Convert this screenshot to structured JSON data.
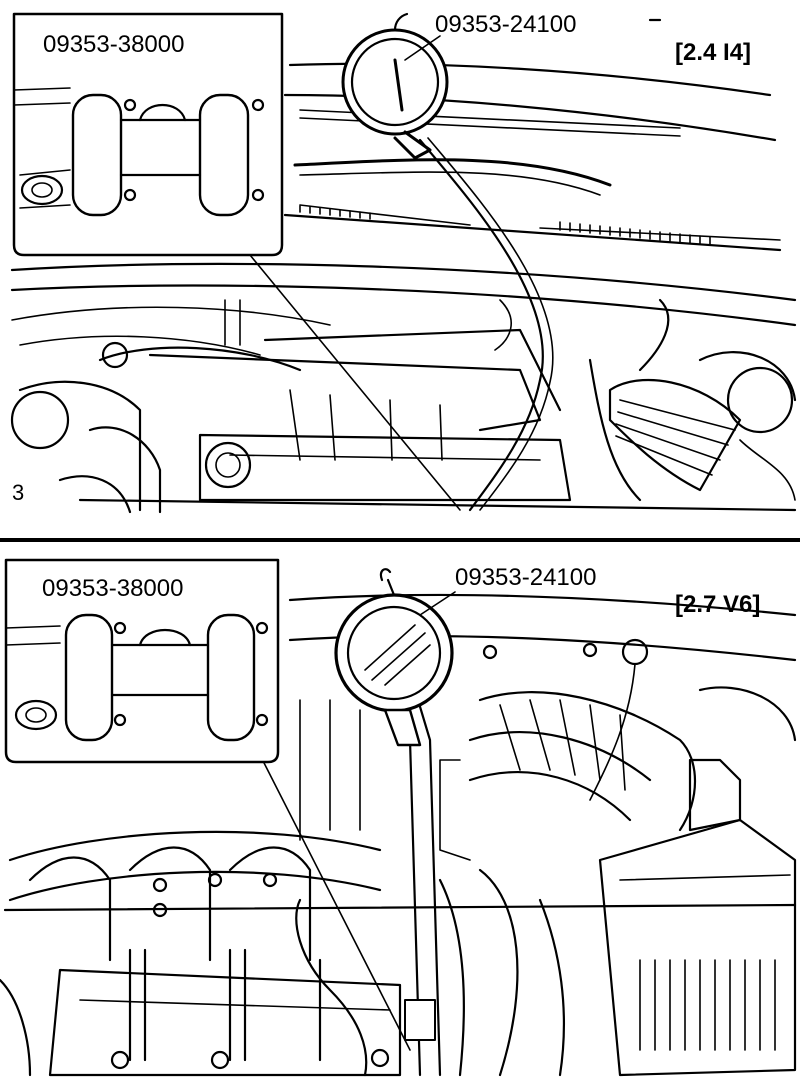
{
  "panels": [
    {
      "variant": "[2.4 I4]",
      "adapter_part_no": "09353-38000",
      "gauge_part_no": "09353-24100",
      "figure_mark": "3"
    },
    {
      "variant": "[2.7 V6]",
      "adapter_part_no": "09353-38000",
      "gauge_part_no": "09353-24100"
    }
  ],
  "colors": {
    "ink": "#000000",
    "paper": "#ffffff"
  }
}
